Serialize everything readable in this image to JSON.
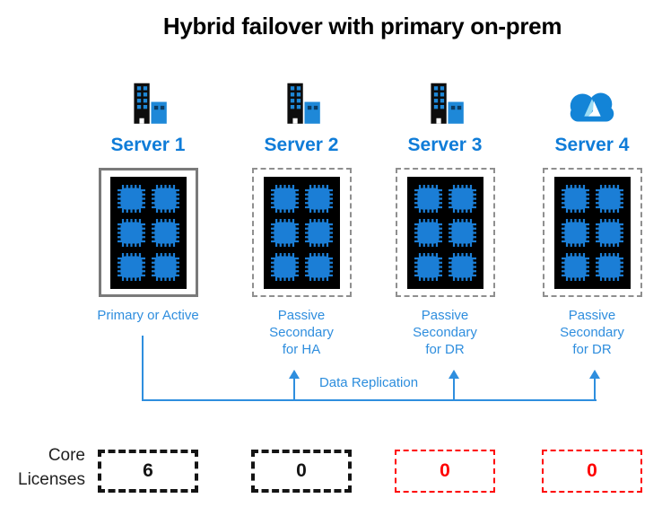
{
  "title": "Hybrid failover with primary on-prem",
  "colors": {
    "server_name_blue": "#0f7cd8",
    "status_label_blue": "#2f8ede",
    "connector_blue": "#2e8ede",
    "chip_blue": "#1b7ed6",
    "license_black": "#141414",
    "license_red": "#fe0000",
    "cloud_blue": "#1384d7"
  },
  "servers": [
    {
      "name": "Server 1",
      "icon": "building-icon",
      "box_style": "solid-gray",
      "cpu_count": 6,
      "status_lines": [
        "Primary or Active"
      ],
      "license": {
        "value": "6",
        "style": "black-dashed"
      }
    },
    {
      "name": "Server 2",
      "icon": "building-icon",
      "box_style": "dashed-gray",
      "cpu_count": 6,
      "status_lines": [
        "Passive",
        "Secondary",
        "for HA"
      ],
      "license": {
        "value": "0",
        "style": "black-dashed"
      }
    },
    {
      "name": "Server 3",
      "icon": "building-icon",
      "box_style": "dashed-gray",
      "cpu_count": 6,
      "status_lines": [
        "Passive",
        "Secondary",
        "for DR"
      ],
      "license": {
        "value": "0",
        "style": "red-dashed"
      }
    },
    {
      "name": "Server 4",
      "icon": "azure-cloud-icon",
      "box_style": "dashed-gray",
      "cpu_count": 6,
      "status_lines": [
        "Passive",
        "Secondary",
        "for DR"
      ],
      "license": {
        "value": "0",
        "style": "red-dashed"
      }
    }
  ],
  "replication": {
    "label": "Data Replication",
    "from": "Server 1",
    "to": [
      "Server 2",
      "Server 3",
      "Server 4"
    ]
  },
  "license_row": {
    "label_lines": [
      "Core",
      "Licenses"
    ]
  }
}
